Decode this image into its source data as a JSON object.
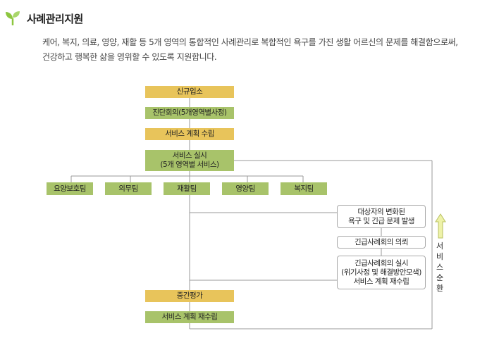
{
  "header": {
    "title": "사례관리지원",
    "description": "케어, 복지, 의료, 영양, 재활 등 5개 영역의 통합적인 사례관리로 복합적인 욕구를 가진 생활 어르신의 문제를 해결함으로써, 건강하고 행복한 삶을 영위할 수 있도록 지원합니다."
  },
  "flow": {
    "intake": "신규입소",
    "diagnosis": "진단회의(5개영역별사정)",
    "plan": "서비스 계획 수립",
    "service_line1": "서비스 실시",
    "service_line2": "(5개 영역별 서비스)",
    "teams": [
      "요양보호팀",
      "의무팀",
      "재활팀",
      "영양팀",
      "복지팀"
    ],
    "midterm": "중간평가",
    "replan": "서비스 계획 재수립"
  },
  "emergency": {
    "change_line1": "대상자의 변화된",
    "change_line2": "욕구 및 긴급 문제 발생",
    "request": "긴급사례회의 의뢰",
    "meeting_line1": "긴급사례회의 실시",
    "meeting_line2": "(위기사정 및 해결방안모색)",
    "meeting_line3": "서비스 계획 재수립"
  },
  "cycle_label": "서비스순환",
  "colors": {
    "yellow": "#e8c45b",
    "green": "#a8c36a",
    "line": "#999999",
    "sprout": "#8dc63f"
  },
  "icons": [
    "sprout-icon",
    "up-arrow-icon"
  ]
}
